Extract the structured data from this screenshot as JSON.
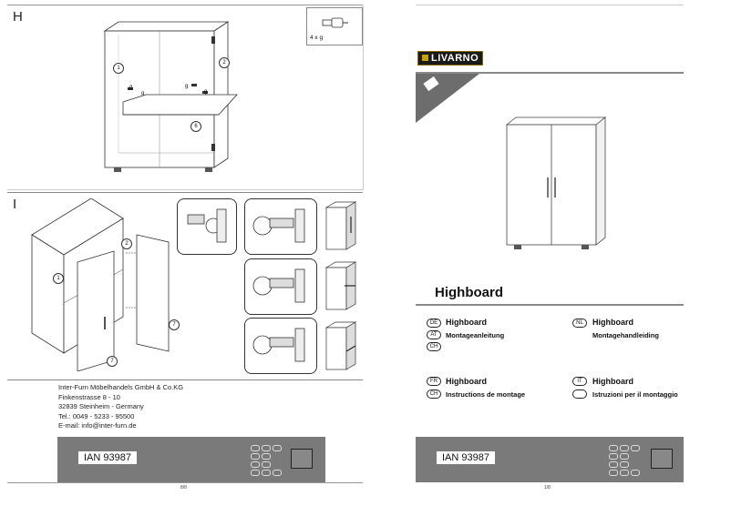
{
  "left_page": {
    "step_h": "H",
    "step_i": "I",
    "hardware_label": "4 x g",
    "callouts_h": [
      "1",
      "2",
      "6"
    ],
    "g_labels": [
      "g",
      "g",
      "g",
      "g"
    ],
    "callouts_i": [
      "1",
      "2",
      "7",
      "7"
    ],
    "company": {
      "name": "Inter-Furn Möbelhandels GmbH & Co.KG",
      "street": "Finkenstrasse 8 - 10",
      "city": "32839 Steinheim - Germany",
      "phone": "Tel.: 0049 - 5233 - 95500",
      "email": "E-mail: info@inter-furn.de"
    },
    "ian": "IAN 93987",
    "page_number": "8/8"
  },
  "right_page": {
    "brand": "LIVARNO",
    "product_title": "Highboard",
    "languages": [
      {
        "code": "DE",
        "title": "Highboard",
        "sub": ""
      },
      {
        "code": "AT",
        "title": "",
        "sub": "Montageanleitung"
      },
      {
        "code": "CH",
        "title": "",
        "sub": ""
      },
      {
        "code": "NL",
        "title": "Highboard",
        "sub": "Montagehandleiding"
      },
      {
        "code": "FR",
        "title": "Highboard",
        "sub": ""
      },
      {
        "code": "CH",
        "title": "",
        "sub": "Instructions de montage"
      },
      {
        "code": "IT",
        "title": "Highboard",
        "sub": "Istruzioni per il montaggio"
      }
    ],
    "ian": "IAN 93987",
    "page_number": "1/8"
  }
}
